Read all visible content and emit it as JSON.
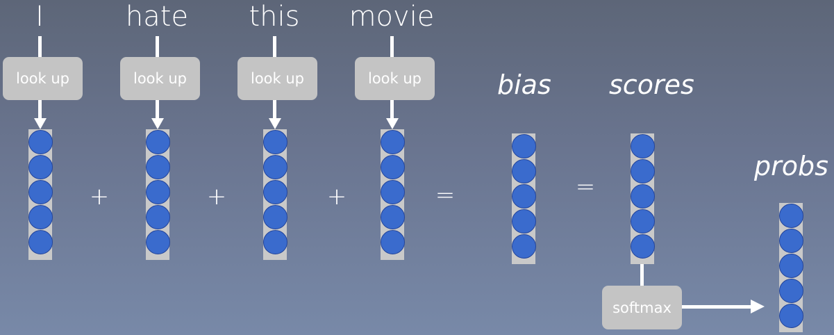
{
  "words": [
    "I",
    "hate",
    "this",
    "movie"
  ],
  "lookup_label": "look up",
  "operators": {
    "plus": "+",
    "equals": "="
  },
  "labels": {
    "bias": "bias",
    "scores": "scores",
    "probs": "probs"
  },
  "softmax_label": "softmax",
  "vector_size": 5,
  "colors": {
    "node": "#3a6bcd",
    "box": "#c4c4c4",
    "text": "#ffffff"
  }
}
